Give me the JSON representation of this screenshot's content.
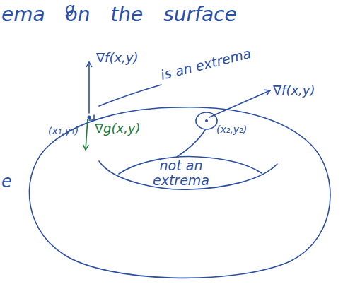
{
  "diagram": {
    "labels": [
      "g",
      "ema on the surface",
      "∇f(x,y)",
      "is an extrema",
      "∇f(x,y)",
      "(x₁,y₁)",
      "∇g(x,y)",
      "(x₂,y₂)",
      "not an extrema",
      "e"
    ]
  }
}
